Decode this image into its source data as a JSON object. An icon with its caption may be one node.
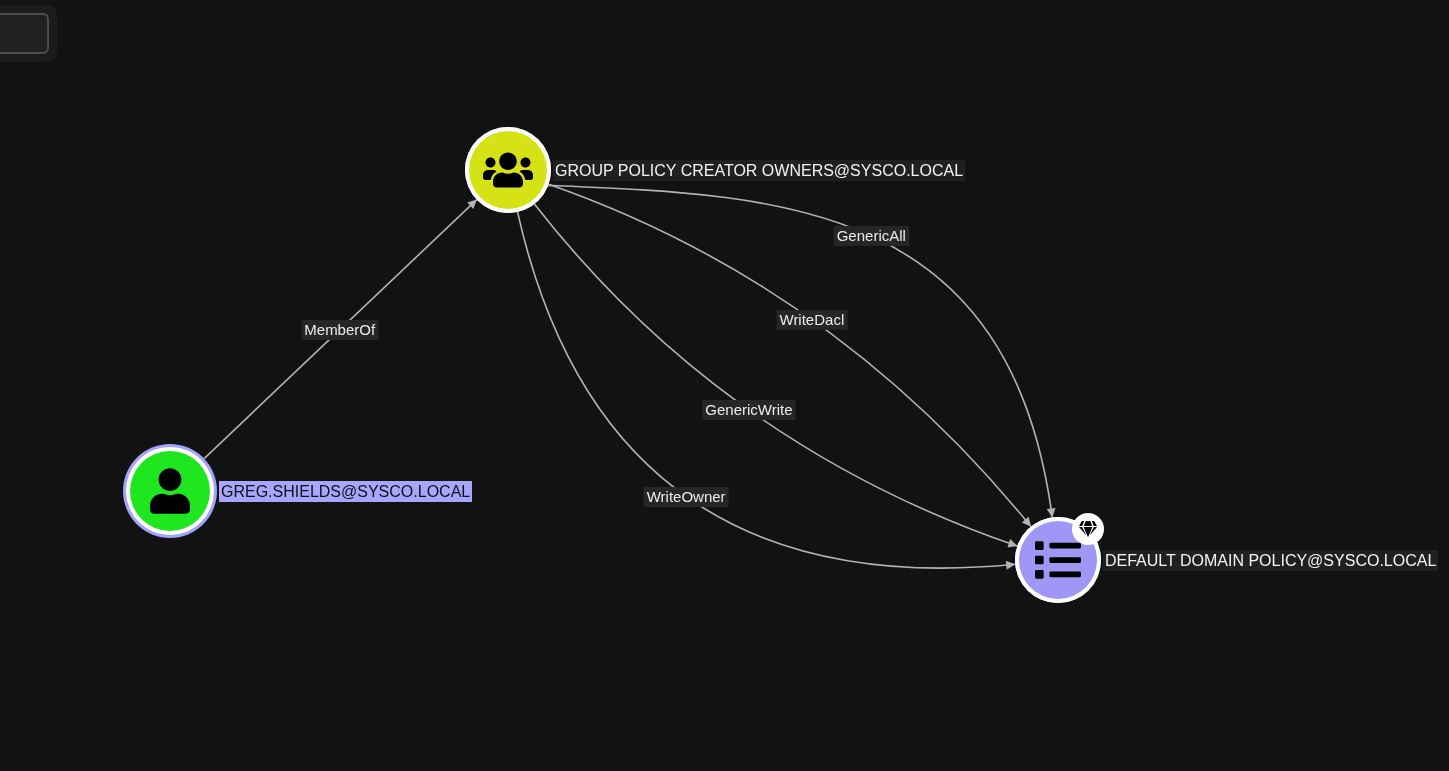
{
  "diagram": {
    "nodes": [
      {
        "text": [
          "GREG.SHIELDS@SYSCO.LOCAL"
        ]
      },
      {
        "text": [
          "GROUP POLICY CREATOR OWNERS@SYSCO.LOCAL"
        ]
      },
      {
        "text": [
          "DEFAULT DOMAIN POLICY@SYSCO.LOCAL"
        ]
      }
    ],
    "edges": [
      {
        "from": 0,
        "to": 1,
        "arrow": "to",
        "label": "MemberOf"
      },
      {
        "from": 1,
        "to": 2,
        "arrow": "to",
        "label": "GenericAll"
      },
      {
        "from": 1,
        "to": 2,
        "arrow": "to",
        "label": "WriteDacl"
      },
      {
        "from": 1,
        "to": 2,
        "arrow": "to",
        "label": "GenericWrite"
      },
      {
        "from": 1,
        "to": 2,
        "arrow": "to",
        "label": "WriteOwner"
      }
    ]
  }
}
